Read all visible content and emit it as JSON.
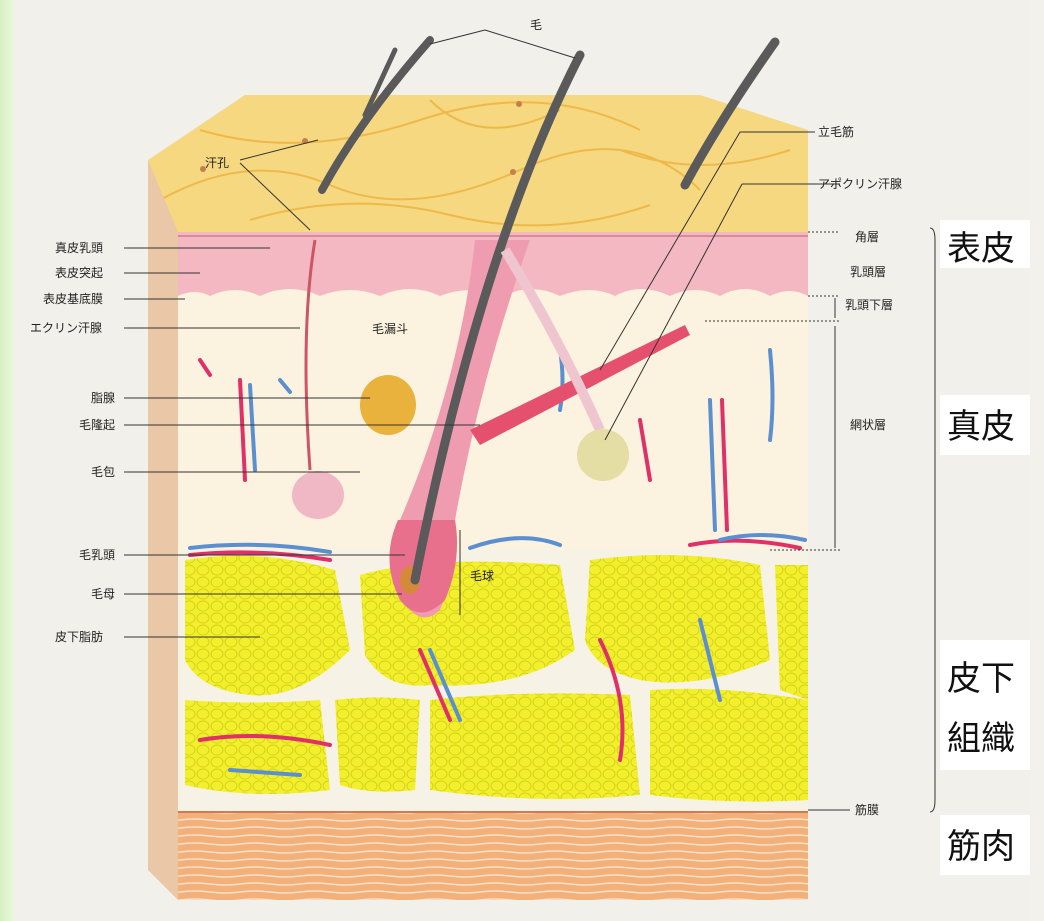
{
  "labels": {
    "hair": "毛",
    "sweat_pore": "汗孔",
    "dermal_papilla": "真皮乳頭",
    "epidermal_ridge": "表皮突起",
    "basement_membrane": "表皮基底膜",
    "eccrine_gland": "エクリン汗腺",
    "hair_funnel": "毛漏斗",
    "sebaceous_gland": "脂腺",
    "bulge": "毛隆起",
    "follicle": "毛包",
    "hair_papilla": "毛乳頭",
    "hair_matrix": "毛母",
    "subcutaneous_fat": "皮下脂肪",
    "hair_bulb": "毛球",
    "arrector_pili": "立毛筋",
    "apocrine_gland": "アポクリン汗腺",
    "stratum_corneum": "角層",
    "papillary_layer": "乳頭層",
    "subpapillary_layer": "乳頭下層",
    "reticular_layer": "網状層",
    "fascia": "筋膜"
  },
  "sections": {
    "epidermis": "表皮",
    "dermis": "真皮",
    "subcutis_1": "皮下",
    "subcutis_2": "組織",
    "muscle": "筋肉"
  },
  "colors": {
    "epidermis": "#f3b8c1",
    "dermis": "#fbf3df",
    "fat": "#f2ee2a",
    "muscle": "#f0a56e",
    "hair": "#5a5a5a",
    "artery": "#e0306a",
    "vein": "#5b8fd0"
  }
}
